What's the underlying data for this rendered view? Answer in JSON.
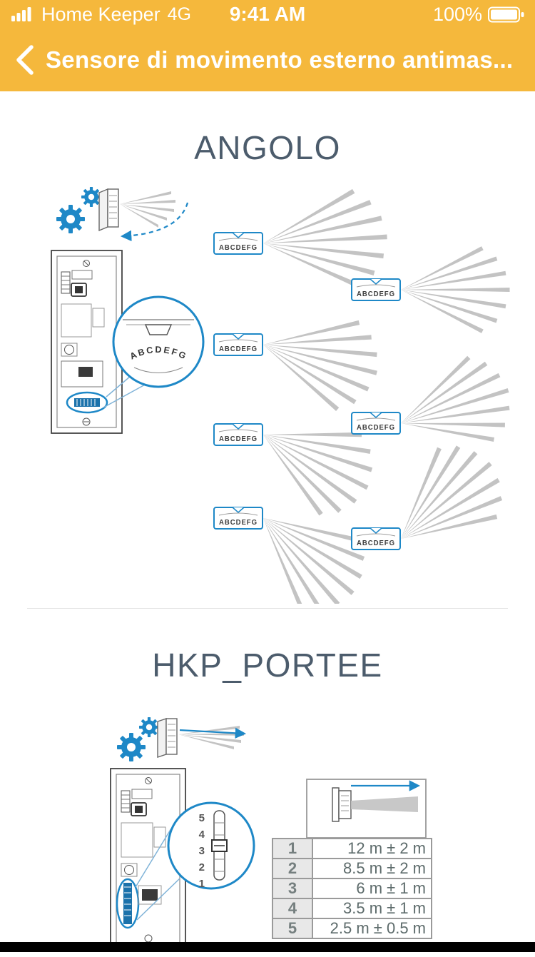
{
  "status_bar": {
    "carrier": "Home Keeper",
    "network": "4G",
    "time": "9:41 AM",
    "battery_percent": "100%"
  },
  "nav": {
    "title": "Sensore di movimento esterno antimas..."
  },
  "sections": {
    "angolo": {
      "title": "ANGOLO",
      "selector_label": "ABCDEFG",
      "zoom_letters": "ABCDEFG"
    },
    "portee": {
      "title": "HKP_PORTEE",
      "zoom_numbers": [
        "5",
        "4",
        "3",
        "2",
        "1"
      ],
      "table": {
        "rows": [
          {
            "level": "1",
            "range": "12 m ± 2 m"
          },
          {
            "level": "2",
            "range": "8.5 m ± 2 m"
          },
          {
            "level": "3",
            "range": "6 m ± 1 m"
          },
          {
            "level": "4",
            "range": "3.5 m ± 1 m"
          },
          {
            "level": "5",
            "range": "2.5 m ± 0.5 m"
          }
        ]
      }
    }
  },
  "colors": {
    "header_bg": "#F5B83C",
    "accent_blue": "#1E88C7",
    "title_color": "#4C5C6C"
  }
}
